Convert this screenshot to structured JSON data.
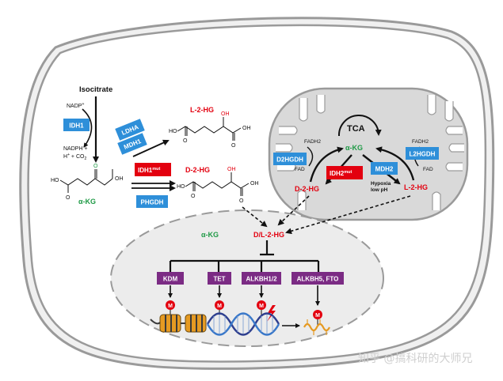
{
  "labels": {
    "isocitrate": "Isocitrate",
    "nadp": "NADP",
    "nadp_sup": "+",
    "nadph_line1": "NADPH +",
    "nadph_line2": "H",
    "nadph_line2b": " + CO",
    "nadph_sup": "+",
    "nadph_sub": "2",
    "akg_left": "α-KG",
    "l2hg_top": "L-2-HG",
    "d2hg_mid": "D-2-HG",
    "oh": "OH",
    "ho": "HO",
    "o": "O",
    "tca": "TCA",
    "akg_mito": "α-KG",
    "fadh2_left": "FADH2",
    "fad_left": "FAD",
    "fadh2_right": "FADH2",
    "fad_right": "FAD",
    "d2hg_mito": "D-2-HG",
    "l2hg_mito": "L-2-HG",
    "hypoxia": "Hypoxia",
    "low_ph": "low pH",
    "akg_nucleus": "α-KG",
    "dl2hg": "D/L-2-HG",
    "methyl": "M",
    "watermark": "知乎 @搞科研的大师兄"
  },
  "enzymes": {
    "idh1": "IDH1",
    "ldha": "LDHA",
    "mdh1": "MDH1",
    "idh1_mut": "IDH1",
    "mut_sup": "mut",
    "phgdh": "PHGDH",
    "d2hgdh": "D2HGDH",
    "idh2_mut": "IDH2",
    "mdh2": "MDH2",
    "l2hgdh": "L2HGDH"
  },
  "targets": {
    "kdm": "KDM",
    "tet": "TET",
    "alkbh12": "ALKBH1/2",
    "alkbh5": "ALKBH5, FTO"
  },
  "colors": {
    "blue_enzyme": "#2e8fd9",
    "red_enzyme": "#e3000f",
    "purple_target": "#7b2b84",
    "metabolite_red": "#e3000f",
    "akg_green": "#1f9a46",
    "mito_fill": "#d9d9d9",
    "nucleus_fill": "#ececec"
  }
}
